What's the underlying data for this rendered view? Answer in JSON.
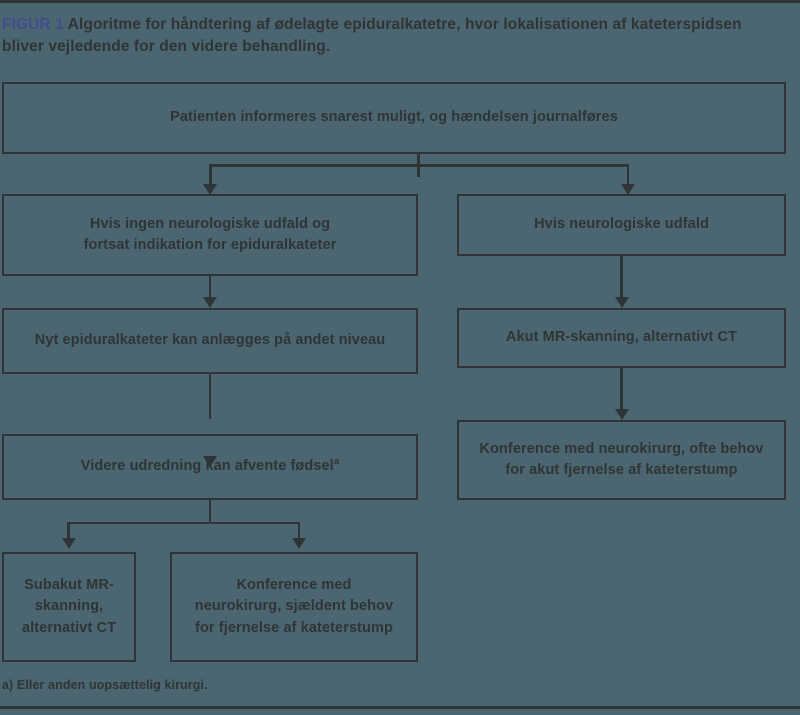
{
  "caption": {
    "figure_label": "FIGUR 1",
    "text": " Algoritme for håndtering af ødelagte epiduralkatetre, hvor lokalisationen af kateterspidsen bliver vejledende for den videre behandling.",
    "label_color": "#3f4e8f"
  },
  "footnote": {
    "text": "a) Eller anden uopsættelig kirurgi."
  },
  "theme": {
    "background": "#4b6670",
    "ink": "#2f3436",
    "accent": "#3f4e8f"
  },
  "chart_data": {
    "type": "diagram",
    "title": "Algoritme for håndtering af ødelagte epiduralkatetre",
    "nodes": [
      {
        "id": "n1",
        "lines": [
          "Patienten informeres snarest muligt, og hændelsen journalføres"
        ]
      },
      {
        "id": "n2",
        "lines": [
          "Hvis ingen neurologiske udfald og",
          "fortsat indikation for epiduralkateter"
        ]
      },
      {
        "id": "n3",
        "lines": [
          "Hvis neurologiske udfald"
        ]
      },
      {
        "id": "n4",
        "lines": [
          "Nyt epiduralkateter kan anlægges på andet niveau"
        ]
      },
      {
        "id": "n5",
        "lines": [
          "Akut MR-skanning, alternativt CT"
        ]
      },
      {
        "id": "n6",
        "lines": [
          "Videre udredning kan afvente fødsel"
        ],
        "superscript": "a"
      },
      {
        "id": "n7",
        "lines": [
          "Konference med neurokirurg, ofte behov",
          "for akut fjernelse af kateterstump"
        ]
      },
      {
        "id": "n8",
        "lines": [
          "Subakut MR-",
          "skanning,",
          "alternativt CT"
        ]
      },
      {
        "id": "n9",
        "lines": [
          "Konference med",
          "neurokirurg, sjældent behov",
          "for fjernelse af kateterstump"
        ]
      }
    ],
    "edges": [
      {
        "from": "n1",
        "to": "n2",
        "style": "split-arrow"
      },
      {
        "from": "n1",
        "to": "n3",
        "style": "split-arrow"
      },
      {
        "from": "n2",
        "to": "n4",
        "style": "arrow"
      },
      {
        "from": "n4",
        "to": "n6",
        "style": "arrow"
      },
      {
        "from": "n6",
        "to": "n8",
        "style": "split-arrow"
      },
      {
        "from": "n6",
        "to": "n9",
        "style": "split-arrow"
      },
      {
        "from": "n3",
        "to": "n5",
        "style": "arrow"
      },
      {
        "from": "n5",
        "to": "n7",
        "style": "arrow"
      }
    ]
  }
}
